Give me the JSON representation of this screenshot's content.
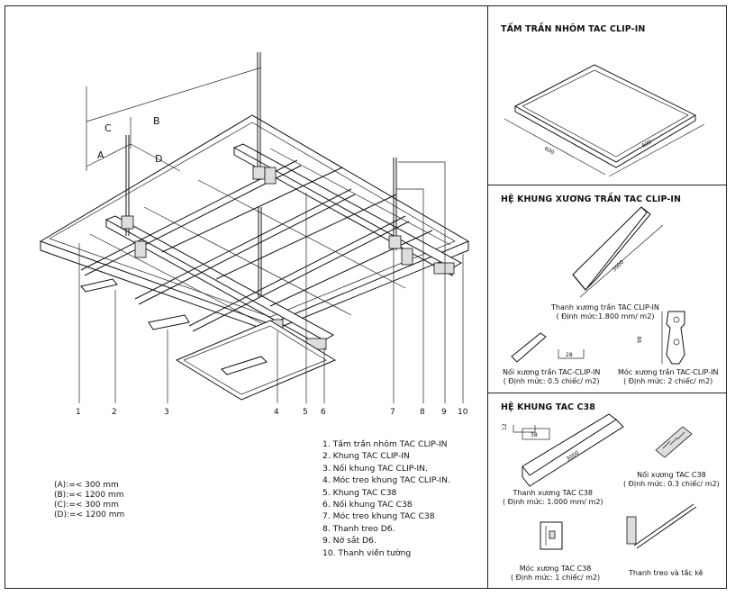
{
  "sections": {
    "panel_title": "TẤM TRẦN NHÔM TAC CLIP-IN",
    "frame_title": "HỆ KHUNG XƯƠNG TRẦN TAC CLIP-IN",
    "c38_title": "HỆ KHUNG TAC C38"
  },
  "panel": {
    "dim_a": "600",
    "dim_b": "600"
  },
  "clip_in": {
    "rail_length": "3000",
    "rail_caption_line1": "Thanh xương trần TAC CLIP-IN",
    "rail_caption_line2": "( Định mức:1.800 mm/ m2)",
    "joint_width": "28",
    "joint_caption_line1": "Nối xương trần TAC-CLIP-IN",
    "joint_caption_line2": "( Định mức: 0.5 chiếc/ m2)",
    "hook_height": "98",
    "hook_caption_line1": "Móc xương trần TAC-CLIP-IN",
    "hook_caption_line2": "( Định mức: 2 chiếc/ m2)"
  },
  "c38": {
    "dim_12": "12",
    "dim_38": "38",
    "rail_length": "3000",
    "rail_caption_line1": "Thanh xương TAC C38",
    "rail_caption_line2": "( Định mức: 1.000 mm/ m2)",
    "joint_caption_line1": "Nối xương TAC C38",
    "joint_caption_line2": "( Định mức: 0.3 chiếc/ m2)",
    "hook_caption_line1": "Móc xương TAC C38",
    "hook_caption_line2": "( Định mức: 1 chiếc/ m2)",
    "rod_caption": "Thanh treo và tắc kê"
  },
  "main_diagram": {
    "dim_labels": [
      "A",
      "B",
      "C",
      "D"
    ],
    "callouts": [
      "1",
      "2",
      "3",
      "4",
      "5",
      "6",
      "7",
      "8",
      "9",
      "10"
    ]
  },
  "legend": [
    "1. Tấm trần nhôm TAC CLIP-IN",
    "2. Khung TAC CLIP-IN",
    "3. Nối khung TAC CLIP-IN.",
    "4. Móc treo khung TAC CLIP-IN.",
    "5. Khung TAC C38",
    "6. Nối khung TAC C38",
    "7. Móc treo khung TAC C38",
    "8. Thanh treo D6.",
    "9. Nở sắt D6.",
    "10. Thanh viền tường"
  ],
  "dimensions": [
    "(A):=< 300 mm",
    "(B):=< 1200 mm",
    "(C):=< 300 mm",
    "(D):=< 1200 mm"
  ]
}
